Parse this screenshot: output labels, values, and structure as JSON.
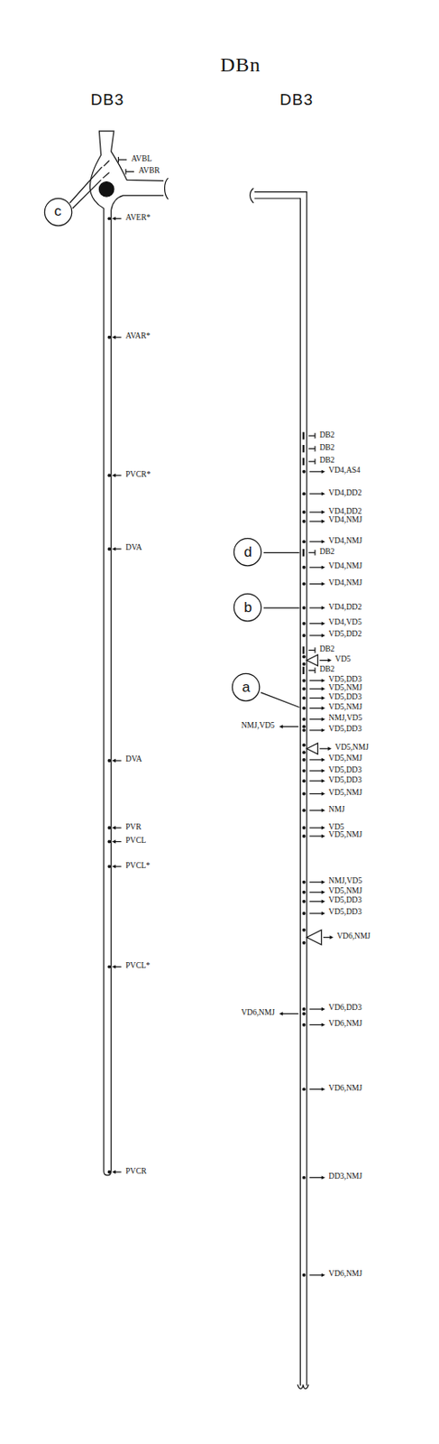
{
  "diagram": {
    "title": "DBn",
    "nodes": [
      {
        "text": [
          "c"
        ]
      },
      {
        "text": [
          "d"
        ]
      },
      {
        "text": [
          "b"
        ]
      },
      {
        "text": [
          "a"
        ]
      }
    ],
    "labels": [
      "DB3",
      "DB3",
      "AVBL",
      "AVBR",
      "AVER*",
      "AVAR*",
      "PVCR*",
      "DVA",
      "DVA",
      "PVR",
      "PVCL",
      "PVCL*",
      "PVCL*",
      "PVCR",
      "DB2",
      "DB2",
      "DB2",
      "VD4,AS4",
      "VD4,DD2",
      "VD4,DD2",
      "VD4,NMJ",
      "VD4,NMJ",
      "DB2",
      "VD4,NMJ",
      "VD4,NMJ",
      "VD4,DD2",
      "VD4,VD5",
      "VD5,DD2",
      "DB2",
      "VD5",
      "DB2",
      "VD5,DD3",
      "VD5,NMJ",
      "VD5,DD3",
      "VD5,NMJ",
      "NMJ,VD5",
      "VD5,DD3",
      "NMJ,VD5",
      "VD5,NMJ",
      "VD5,NMJ",
      "VD5,DD3",
      "VD5,DD3",
      "VD5,NMJ",
      "NMJ",
      "VD5",
      "VD5,NMJ",
      "NMJ,VD5",
      "VD5,NMJ",
      "VD5,DD3",
      "VD5,DD3",
      "VD6,NMJ",
      "VD6,DD3",
      "VD6,NMJ",
      "VD6,NMJ",
      "VD6,NMJ",
      "DD3,NMJ",
      "VD6,NMJ"
    ]
  }
}
